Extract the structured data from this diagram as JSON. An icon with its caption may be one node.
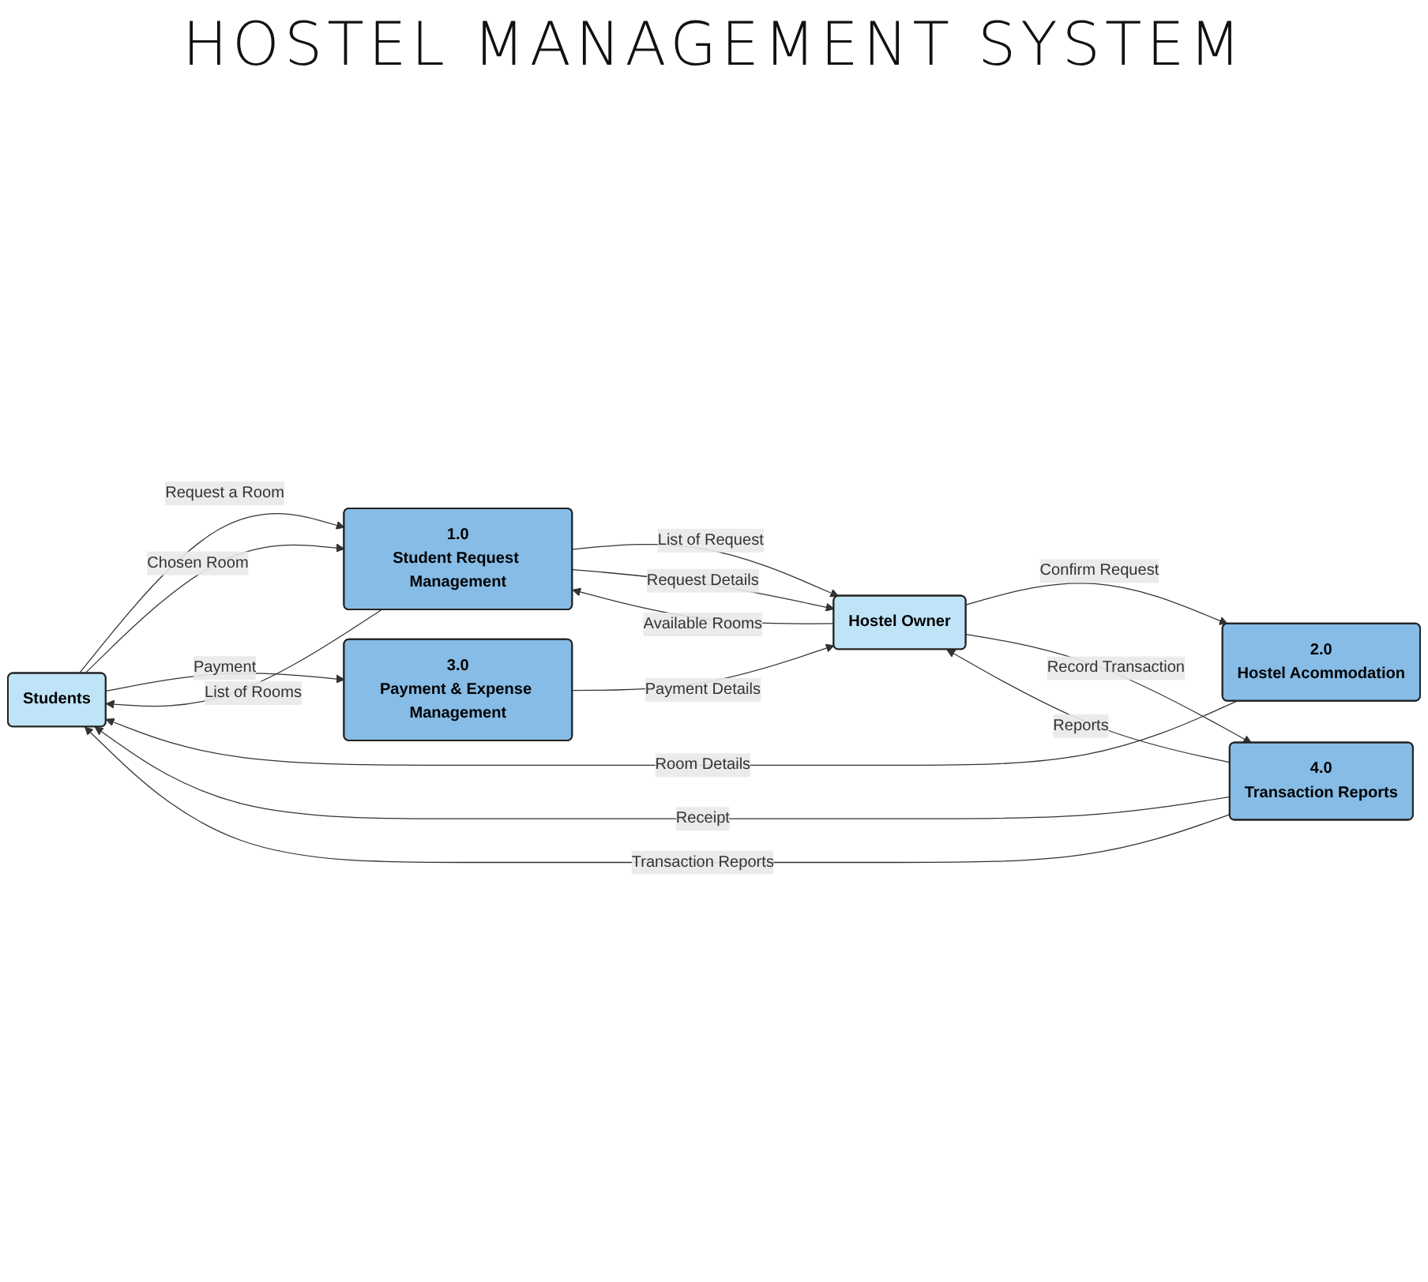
{
  "diagram": {
    "title": "HOSTEL MANAGEMENT SYSTEM",
    "nodes": [
      {
        "text": [
          "Students"
        ]
      },
      {
        "text": [
          "1.0",
          "Student Request Management"
        ]
      },
      {
        "text": [
          "2.0",
          "Hostel Acommodation"
        ]
      },
      {
        "text": [
          "3.0",
          "Payment & Expense Management"
        ]
      },
      {
        "text": [
          "4.0",
          "Transaction Reports"
        ]
      },
      {
        "text": [
          "Hostel Owner"
        ]
      }
    ],
    "edges": [
      {
        "from": 0,
        "to": 1,
        "arrow": "to",
        "label": "Request a Room"
      },
      {
        "from": 1,
        "to": 0,
        "arrow": "to",
        "label": "List of Rooms"
      },
      {
        "from": 0,
        "to": 1,
        "arrow": "to",
        "label": "Chosen Room"
      },
      {
        "from": 1,
        "to": 5,
        "arrow": "to",
        "label": "List of Request"
      },
      {
        "from": 5,
        "to": 1,
        "arrow": "to",
        "label": "Available Rooms"
      },
      {
        "from": 1,
        "to": 5,
        "arrow": "to",
        "label": "Request Details"
      },
      {
        "from": 2,
        "to": 0,
        "arrow": "to",
        "label": "Room Details"
      },
      {
        "from": 5,
        "to": 2,
        "arrow": "to",
        "label": "Confirm Request"
      },
      {
        "from": 0,
        "to": 3,
        "arrow": "to",
        "label": "Payment"
      },
      {
        "from": 3,
        "to": 5,
        "arrow": "to",
        "label": "Payment Details"
      },
      {
        "from": 4,
        "to": 0,
        "arrow": "to",
        "label": "Receipt"
      },
      {
        "from": 5,
        "to": 4,
        "arrow": "to",
        "label": "Record Transaction"
      },
      {
        "from": 4,
        "to": 0,
        "arrow": "to",
        "label": "Transaction Reports"
      },
      {
        "from": 4,
        "to": 5,
        "arrow": "to",
        "label": "Reports"
      }
    ]
  }
}
